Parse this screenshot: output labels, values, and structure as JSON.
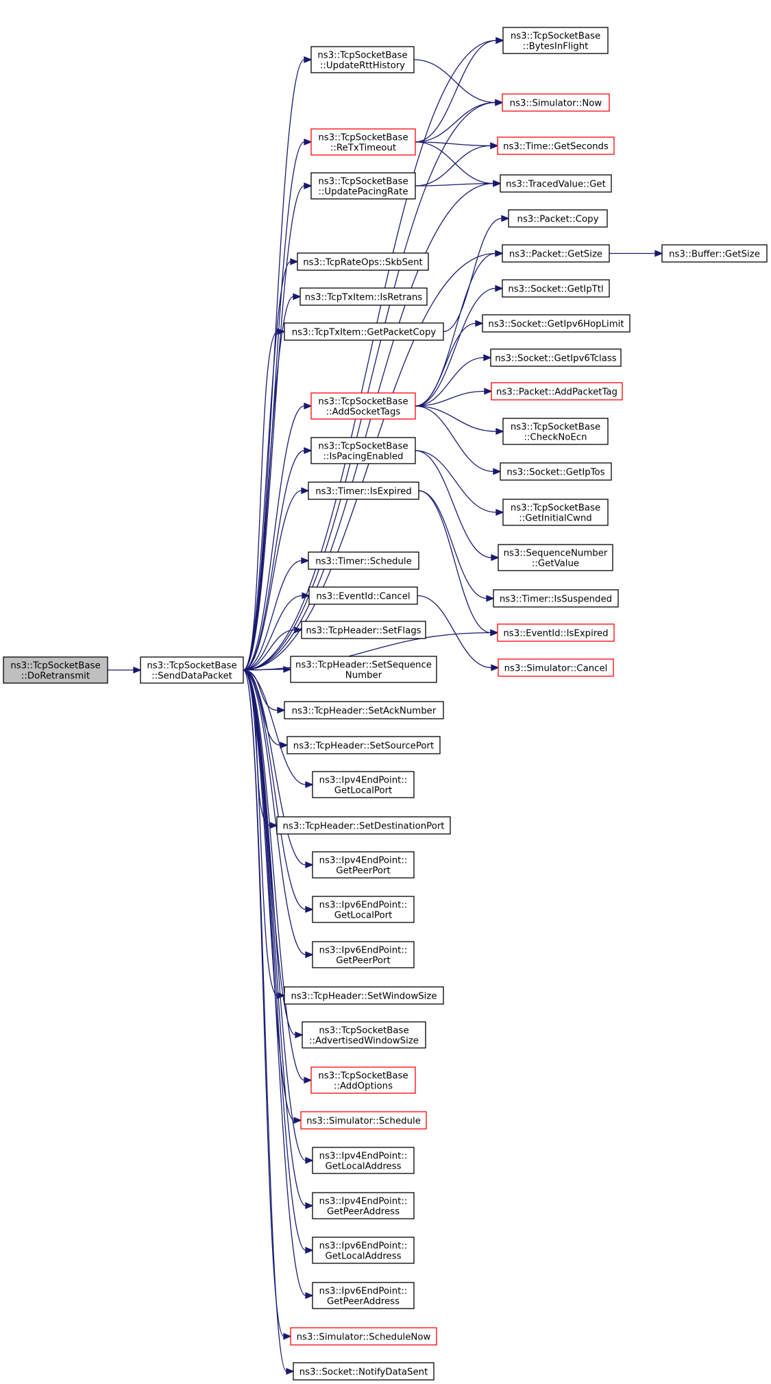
{
  "colors": {
    "edge": "#191970",
    "node_fill": "#ffffff",
    "node_border": "#000000",
    "node_border_incomplete": "#ff0000",
    "root_fill": "#bfbfbf"
  },
  "nodes": [
    {
      "id": "root",
      "lines": [
        "ns3::TcpSocketBase",
        "::DoRetransmit"
      ],
      "style": "root"
    },
    {
      "id": "send",
      "lines": [
        "ns3::TcpSocketBase",
        "::SendDataPacket"
      ],
      "style": "normal"
    },
    {
      "id": "bytesinflight",
      "lines": [
        "ns3::TcpSocketBase",
        "::BytesInFlight"
      ],
      "style": "normal"
    },
    {
      "id": "updatertt",
      "lines": [
        "ns3::TcpSocketBase",
        "::UpdateRttHistory"
      ],
      "style": "normal"
    },
    {
      "id": "simnow",
      "lines": [
        "ns3::Simulator::Now"
      ],
      "style": "incomplete"
    },
    {
      "id": "retxtimeout",
      "lines": [
        "ns3::TcpSocketBase",
        "::ReTxTimeout"
      ],
      "style": "incomplete"
    },
    {
      "id": "getseconds",
      "lines": [
        "ns3::Time::GetSeconds"
      ],
      "style": "incomplete"
    },
    {
      "id": "updatepacing",
      "lines": [
        "ns3::TcpSocketBase",
        "::UpdatePacingRate"
      ],
      "style": "normal"
    },
    {
      "id": "tracedget",
      "lines": [
        "ns3::TracedValue::Get"
      ],
      "style": "normal"
    },
    {
      "id": "packetcopy",
      "lines": [
        "ns3::Packet::Copy"
      ],
      "style": "normal"
    },
    {
      "id": "skbsent",
      "lines": [
        "ns3::TcpRateOps::SkbSent"
      ],
      "style": "normal"
    },
    {
      "id": "packetgetsize",
      "lines": [
        "ns3::Packet::GetSize"
      ],
      "style": "normal"
    },
    {
      "id": "buffergetsize",
      "lines": [
        "ns3::Buffer::GetSize"
      ],
      "style": "normal"
    },
    {
      "id": "isretrans",
      "lines": [
        "ns3::TcpTxItem::IsRetrans"
      ],
      "style": "normal"
    },
    {
      "id": "getipttl",
      "lines": [
        "ns3::Socket::GetIpTtl"
      ],
      "style": "normal"
    },
    {
      "id": "getpacketcopy",
      "lines": [
        "ns3::TcpTxItem::GetPacketCopy"
      ],
      "style": "normal"
    },
    {
      "id": "getipv6hoplimit",
      "lines": [
        "ns3::Socket::GetIpv6HopLimit"
      ],
      "style": "normal"
    },
    {
      "id": "getipv6tclass",
      "lines": [
        "ns3::Socket::GetIpv6Tclass"
      ],
      "style": "normal"
    },
    {
      "id": "addsockettags",
      "lines": [
        "ns3::TcpSocketBase",
        "::AddSocketTags"
      ],
      "style": "incomplete"
    },
    {
      "id": "addpackettag",
      "lines": [
        "ns3::Packet::AddPacketTag"
      ],
      "style": "incomplete"
    },
    {
      "id": "checknoecn",
      "lines": [
        "ns3::TcpSocketBase",
        "::CheckNoEcn"
      ],
      "style": "normal"
    },
    {
      "id": "ispacingenabled",
      "lines": [
        "ns3::TcpSocketBase",
        "::IsPacingEnabled"
      ],
      "style": "normal"
    },
    {
      "id": "getiptos",
      "lines": [
        "ns3::Socket::GetIpTos"
      ],
      "style": "normal"
    },
    {
      "id": "timerisexpired",
      "lines": [
        "ns3::Timer::IsExpired"
      ],
      "style": "normal"
    },
    {
      "id": "getinitialcwnd",
      "lines": [
        "ns3::TcpSocketBase",
        "::GetInitialCwnd"
      ],
      "style": "normal"
    },
    {
      "id": "seqgetvalue",
      "lines": [
        "ns3::SequenceNumber",
        "::GetValue"
      ],
      "style": "normal"
    },
    {
      "id": "timerschedule",
      "lines": [
        "ns3::Timer::Schedule"
      ],
      "style": "normal"
    },
    {
      "id": "timerissuspended",
      "lines": [
        "ns3::Timer::IsSuspended"
      ],
      "style": "normal"
    },
    {
      "id": "eventcancel",
      "lines": [
        "ns3::EventId::Cancel"
      ],
      "style": "normal"
    },
    {
      "id": "eventisexpired",
      "lines": [
        "ns3::EventId::IsExpired"
      ],
      "style": "incomplete"
    },
    {
      "id": "setflags",
      "lines": [
        "ns3::TcpHeader::SetFlags"
      ],
      "style": "normal"
    },
    {
      "id": "simcancel",
      "lines": [
        "ns3::Simulator::Cancel"
      ],
      "style": "incomplete"
    },
    {
      "id": "setsequence",
      "lines": [
        "ns3::TcpHeader::SetSequence",
        "Number"
      ],
      "style": "normal"
    },
    {
      "id": "setacknumber",
      "lines": [
        "ns3::TcpHeader::SetAckNumber"
      ],
      "style": "normal"
    },
    {
      "id": "setsourceport",
      "lines": [
        "ns3::TcpHeader::SetSourcePort"
      ],
      "style": "normal"
    },
    {
      "id": "ipv4getlocalport",
      "lines": [
        "ns3::Ipv4EndPoint::",
        "GetLocalPort"
      ],
      "style": "normal"
    },
    {
      "id": "setdestport",
      "lines": [
        "ns3::TcpHeader::SetDestinationPort"
      ],
      "style": "normal"
    },
    {
      "id": "ipv4getpeerport",
      "lines": [
        "ns3::Ipv4EndPoint::",
        "GetPeerPort"
      ],
      "style": "normal"
    },
    {
      "id": "ipv6getlocalport",
      "lines": [
        "ns3::Ipv6EndPoint::",
        "GetLocalPort"
      ],
      "style": "normal"
    },
    {
      "id": "ipv6getpeerport",
      "lines": [
        "ns3::Ipv6EndPoint::",
        "GetPeerPort"
      ],
      "style": "normal"
    },
    {
      "id": "setwindowsize",
      "lines": [
        "ns3::TcpHeader::SetWindowSize"
      ],
      "style": "normal"
    },
    {
      "id": "advwindowsize",
      "lines": [
        "ns3::TcpSocketBase",
        "::AdvertisedWindowSize"
      ],
      "style": "normal"
    },
    {
      "id": "addoptions",
      "lines": [
        "ns3::TcpSocketBase",
        "::AddOptions"
      ],
      "style": "incomplete"
    },
    {
      "id": "simschedule",
      "lines": [
        "ns3::Simulator::Schedule"
      ],
      "style": "incomplete"
    },
    {
      "id": "ipv4getlocaladdr",
      "lines": [
        "ns3::Ipv4EndPoint::",
        "GetLocalAddress"
      ],
      "style": "normal"
    },
    {
      "id": "ipv4getpeeraddr",
      "lines": [
        "ns3::Ipv4EndPoint::",
        "GetPeerAddress"
      ],
      "style": "normal"
    },
    {
      "id": "ipv6getlocaladdr",
      "lines": [
        "ns3::Ipv6EndPoint::",
        "GetLocalAddress"
      ],
      "style": "normal"
    },
    {
      "id": "ipv6getpeeraddr",
      "lines": [
        "ns3::Ipv6EndPoint::",
        "GetPeerAddress"
      ],
      "style": "normal"
    },
    {
      "id": "simschedulenow",
      "lines": [
        "ns3::Simulator::ScheduleNow"
      ],
      "style": "incomplete"
    },
    {
      "id": "notifydatasent",
      "lines": [
        "ns3::Socket::NotifyDataSent"
      ],
      "style": "normal"
    }
  ],
  "edges": [
    [
      "root",
      "send"
    ],
    [
      "send",
      "bytesinflight"
    ],
    [
      "send",
      "updatertt"
    ],
    [
      "send",
      "simnow"
    ],
    [
      "send",
      "retxtimeout"
    ],
    [
      "send",
      "updatepacing"
    ],
    [
      "send",
      "tracedget"
    ],
    [
      "send",
      "skbsent"
    ],
    [
      "send",
      "isretrans"
    ],
    [
      "send",
      "getpacketcopy"
    ],
    [
      "send",
      "packetgetsize"
    ],
    [
      "send",
      "addsockettags"
    ],
    [
      "send",
      "ispacingenabled"
    ],
    [
      "send",
      "timerisexpired"
    ],
    [
      "send",
      "eventisexpired"
    ],
    [
      "send",
      "timerschedule"
    ],
    [
      "send",
      "eventcancel"
    ],
    [
      "send",
      "setflags"
    ],
    [
      "send",
      "setsequence"
    ],
    [
      "send",
      "setacknumber"
    ],
    [
      "send",
      "setsourceport"
    ],
    [
      "send",
      "ipv4getlocalport"
    ],
    [
      "send",
      "setdestport"
    ],
    [
      "send",
      "ipv4getpeerport"
    ],
    [
      "send",
      "ipv6getlocalport"
    ],
    [
      "send",
      "ipv6getpeerport"
    ],
    [
      "send",
      "setwindowsize"
    ],
    [
      "send",
      "advwindowsize"
    ],
    [
      "send",
      "addoptions"
    ],
    [
      "send",
      "simschedule"
    ],
    [
      "send",
      "ipv4getlocaladdr"
    ],
    [
      "send",
      "ipv4getpeeraddr"
    ],
    [
      "send",
      "ipv6getlocaladdr"
    ],
    [
      "send",
      "ipv6getpeeraddr"
    ],
    [
      "send",
      "simschedulenow"
    ],
    [
      "send",
      "notifydatasent"
    ],
    [
      "updatertt",
      "simnow"
    ],
    [
      "retxtimeout",
      "bytesinflight"
    ],
    [
      "retxtimeout",
      "simnow"
    ],
    [
      "retxtimeout",
      "getseconds"
    ],
    [
      "retxtimeout",
      "tracedget"
    ],
    [
      "updatepacing",
      "getseconds"
    ],
    [
      "updatepacing",
      "tracedget"
    ],
    [
      "getpacketcopy",
      "packetcopy"
    ],
    [
      "packetgetsize",
      "buffergetsize"
    ],
    [
      "addsockettags",
      "packetgetsize"
    ],
    [
      "addsockettags",
      "getipttl"
    ],
    [
      "addsockettags",
      "getipv6hoplimit"
    ],
    [
      "addsockettags",
      "getipv6tclass"
    ],
    [
      "addsockettags",
      "addpackettag"
    ],
    [
      "addsockettags",
      "checknoecn"
    ],
    [
      "addsockettags",
      "getiptos"
    ],
    [
      "ispacingenabled",
      "getinitialcwnd"
    ],
    [
      "ispacingenabled",
      "seqgetvalue"
    ],
    [
      "timerisexpired",
      "timerissuspended"
    ],
    [
      "timerisexpired",
      "eventisexpired"
    ],
    [
      "eventcancel",
      "simcancel"
    ]
  ]
}
